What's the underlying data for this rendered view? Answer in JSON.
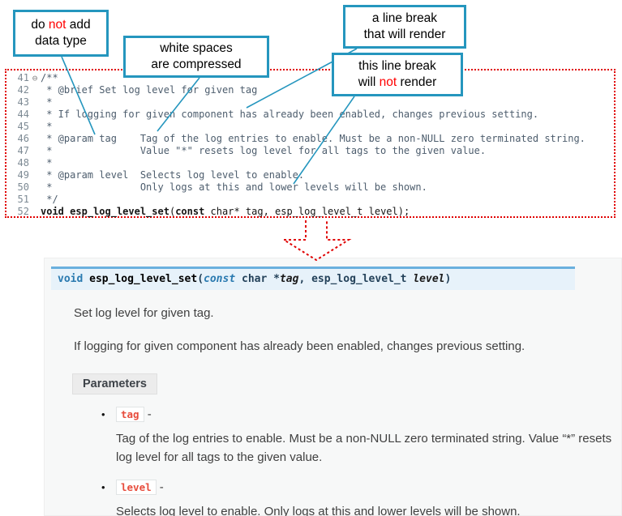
{
  "callouts": {
    "c1": {
      "l1_pre": "do ",
      "l1_em": "not",
      "l1_post": " add",
      "l2": "data type"
    },
    "c2": {
      "l1": "white spaces",
      "l2": "are  compressed"
    },
    "c3": {
      "l1": "a line break",
      "l2": "that will render"
    },
    "c4": {
      "l1": "this line break",
      "l2_pre": "will ",
      "l2_em": "not",
      "l2_post": " render"
    }
  },
  "code": {
    "lines": [
      {
        "num": "41",
        "fold": "⊖",
        "text": "/**"
      },
      {
        "num": "42",
        "text": " * @brief Set log level for given tag"
      },
      {
        "num": "43",
        "text": " *"
      },
      {
        "num": "44",
        "text": " * If logging for given component has already been enabled, changes previous setting."
      },
      {
        "num": "45",
        "text": " *"
      },
      {
        "num": "46",
        "text": " * @param tag    Tag of the log entries to enable. Must be a non-NULL zero terminated string."
      },
      {
        "num": "47",
        "text": " *               Value \"*\" resets log level for all tags to the given value."
      },
      {
        "num": "48",
        "text": " *"
      },
      {
        "num": "49",
        "text": " * @param level  Selects log level to enable."
      },
      {
        "num": "50",
        "text": " *               Only logs at this and lower levels will be shown."
      },
      {
        "num": "51",
        "text": " */"
      },
      {
        "num": "52"
      }
    ],
    "l52": {
      "kw1": "void",
      "s1": " ",
      "name": "esp_log_level_set",
      "open": "(",
      "kw2": "const",
      "rest": " char* tag, esp_log_level_t level);"
    }
  },
  "doc": {
    "signature": {
      "ret": "void",
      "s1": " ",
      "name": "esp_log_level_set",
      "open": "(",
      "kw": "const",
      "s2": " ",
      "ptype1": "char *",
      "pname1": "tag",
      "sep": ", ",
      "ptype2": "esp_log_level_t ",
      "pname2": "level",
      "close": ")"
    },
    "p1": "Set log level for given tag.",
    "p2": "If logging for given component has already been enabled, changes previous setting.",
    "params_label": "Parameters",
    "bullet": "•",
    "params": [
      {
        "name": "tag",
        "dash": " -",
        "desc": "Tag of the log entries to enable. Must be a non-NULL zero terminated string. Value “*” resets log level for all tags to the given value."
      },
      {
        "name": "level",
        "dash": " -",
        "desc": "Selects log level to enable. Only logs at this and lower levels will be shown."
      }
    ]
  },
  "colors": {
    "callout_border": "#2596be",
    "annotation_red": "#ff0000",
    "code_border_red": "#e00000",
    "rtd_accent": "#6ab0de",
    "signature_bg": "#e7f2fa",
    "param_name_red": "#e74c3c"
  }
}
